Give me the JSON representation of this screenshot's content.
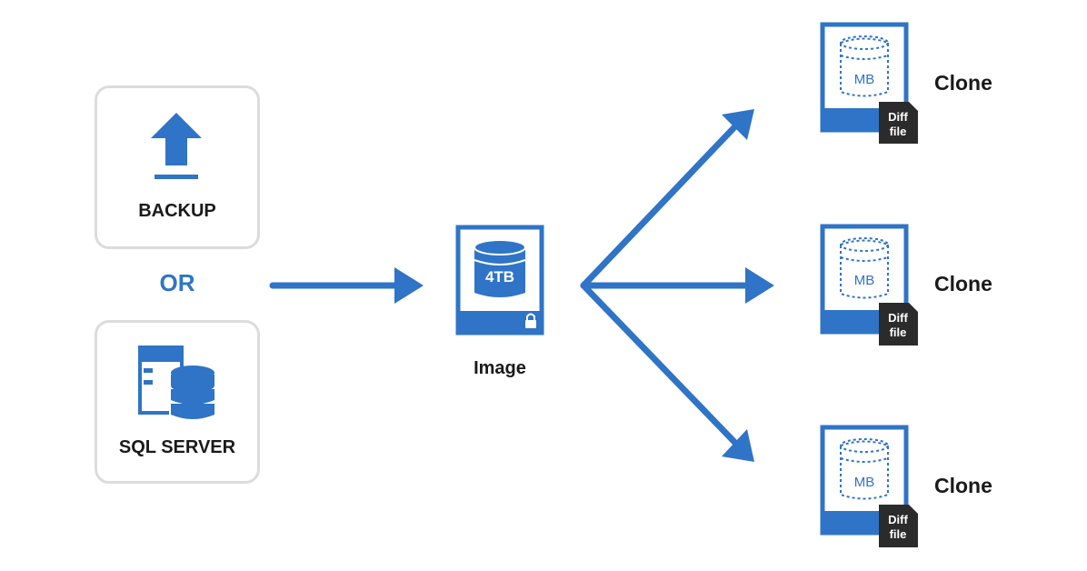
{
  "sources": {
    "backup_label": "BACKUP",
    "or_label": "OR",
    "sql_label": "SQL SERVER"
  },
  "image": {
    "size_label": "4TB",
    "label": "Image"
  },
  "clones": [
    {
      "size_label": "MB",
      "diff_line1": "Diff",
      "diff_line2": "file",
      "label": "Clone"
    },
    {
      "size_label": "MB",
      "diff_line1": "Diff",
      "diff_line2": "file",
      "label": "Clone"
    },
    {
      "size_label": "MB",
      "diff_line1": "Diff",
      "diff_line2": "file",
      "label": "Clone"
    }
  ],
  "colors": {
    "accent_blue": "#2f74c6",
    "box_border": "#dcdcdc",
    "diff_badge": "#2b2b2b"
  },
  "icons": [
    "upload-arrow-icon",
    "sql-server-icon",
    "disk-image-icon",
    "lock-icon",
    "clone-disk-icon",
    "diff-file-icon"
  ]
}
